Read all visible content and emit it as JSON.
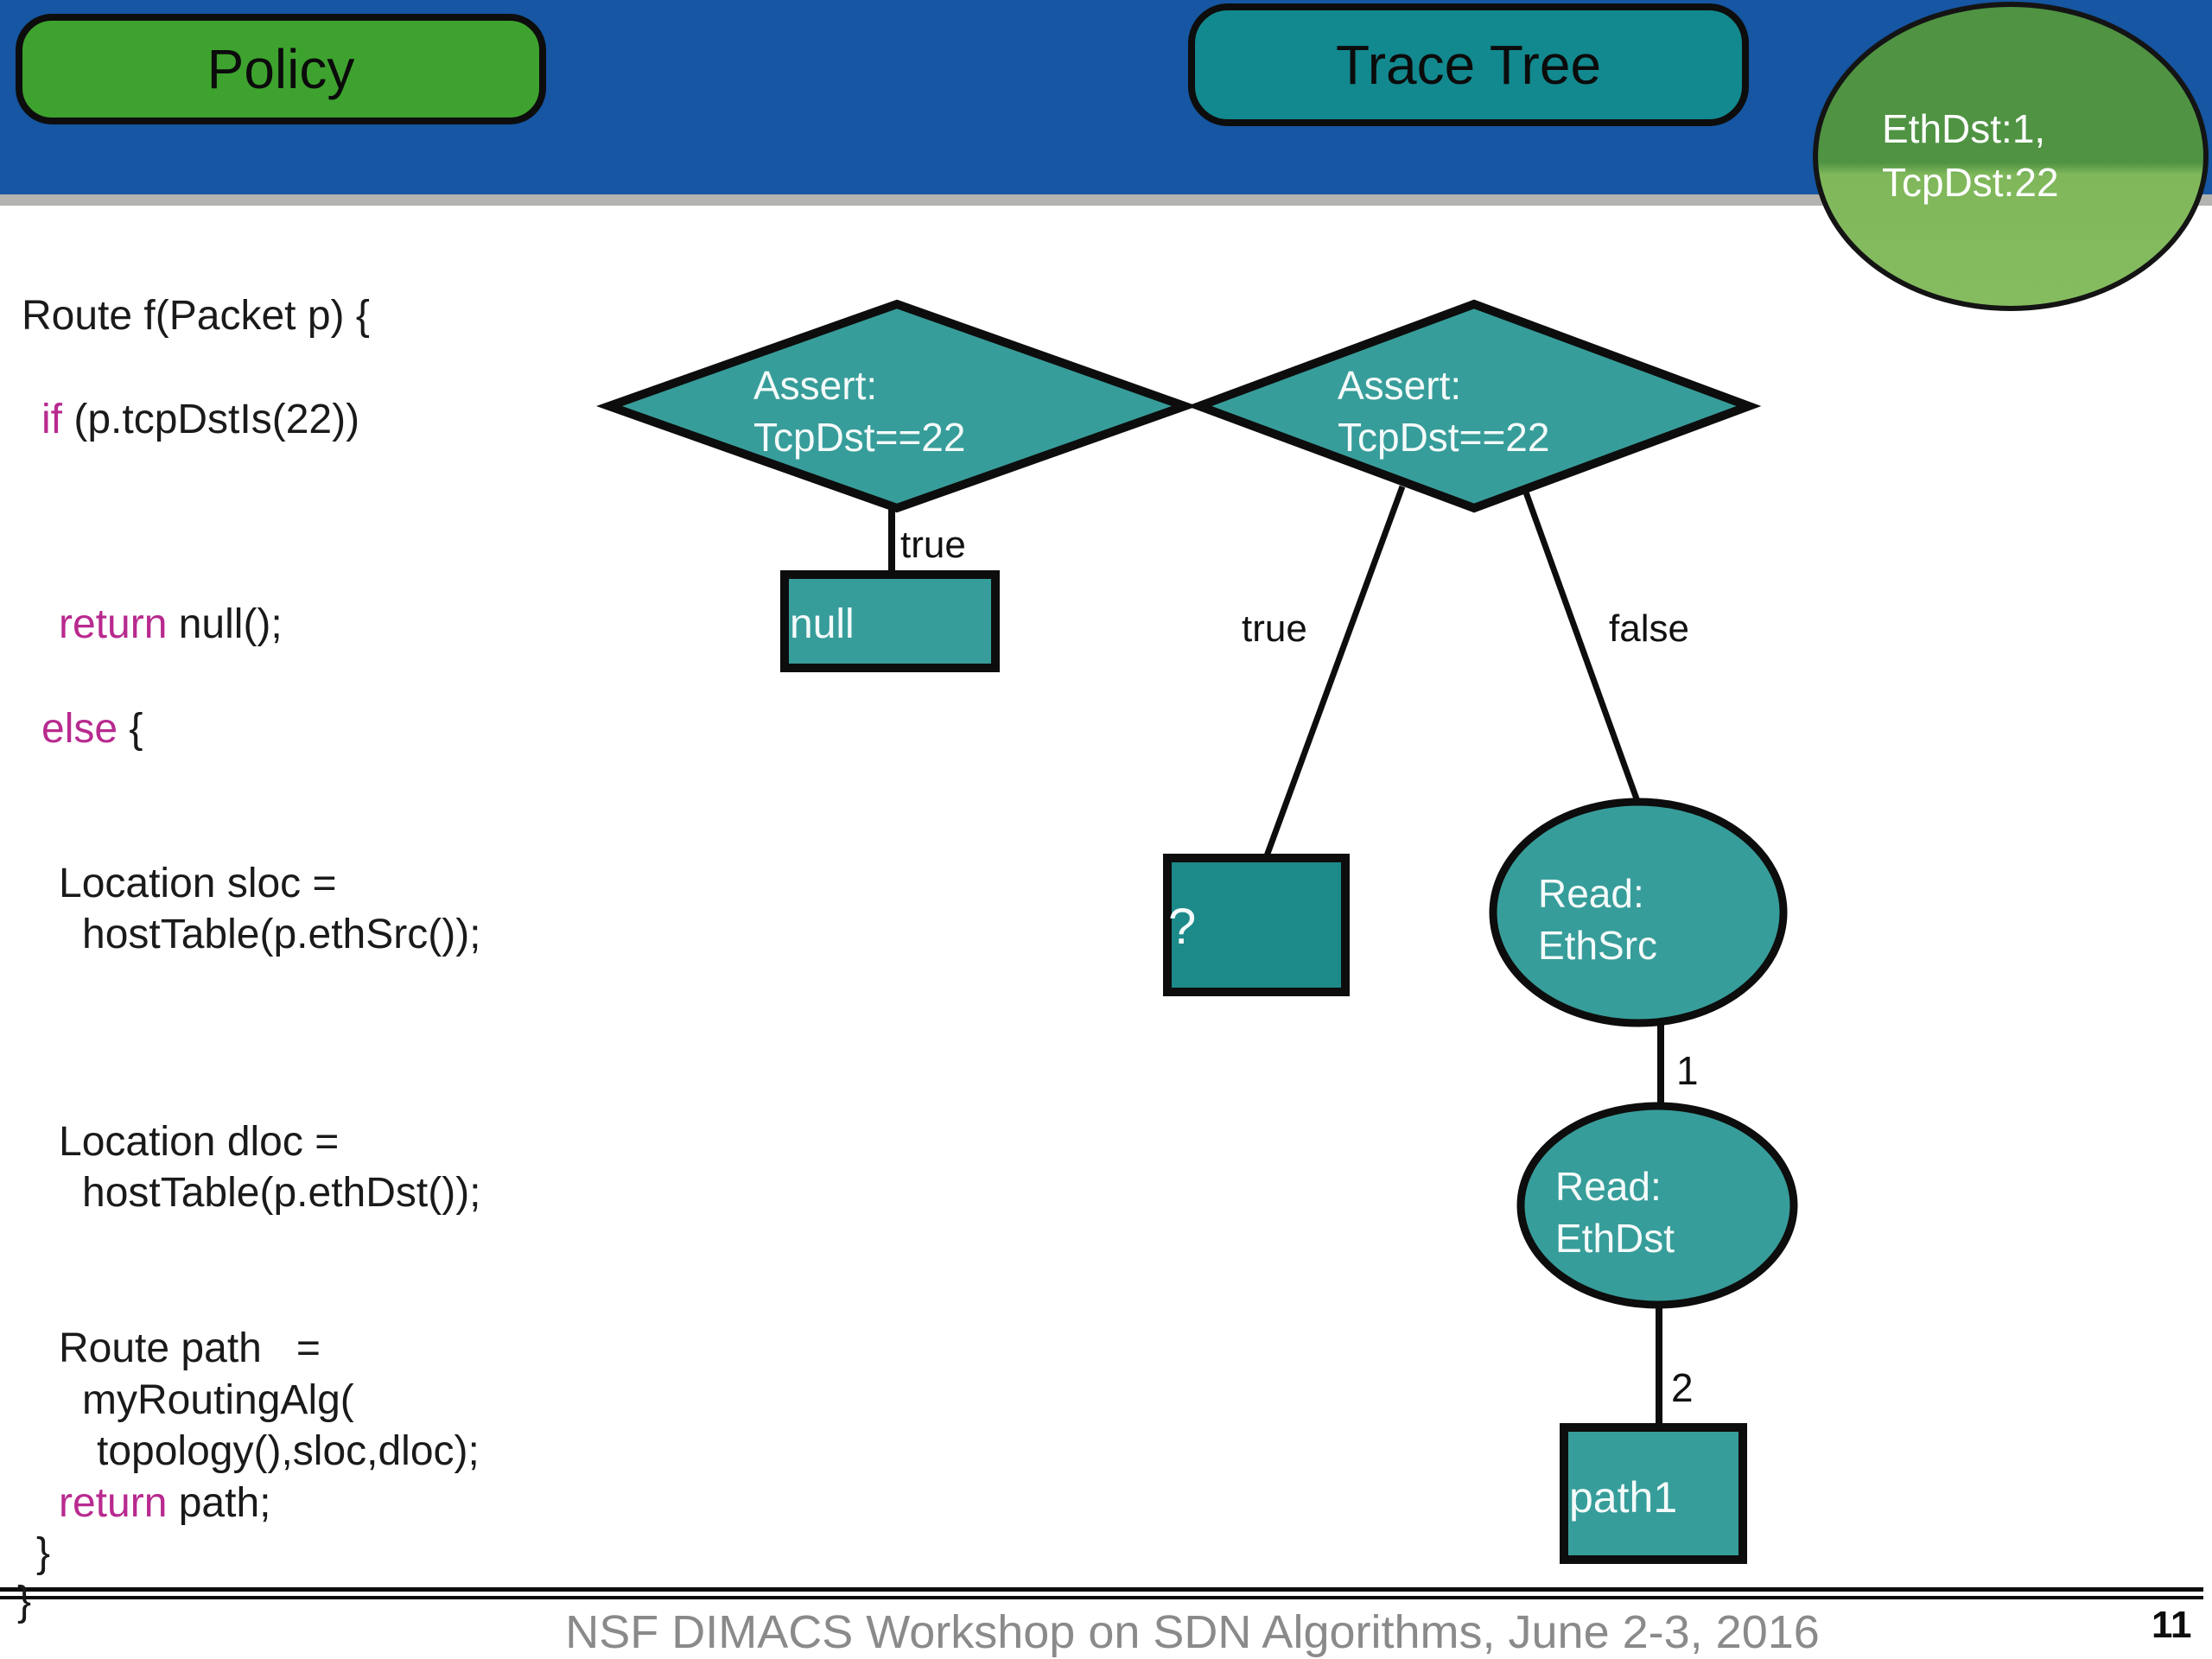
{
  "slide": {
    "header": {
      "policy_label": "Policy",
      "trace_tree_label": "Trace Tree"
    },
    "packet_ellipse": {
      "line1": "EthDst:1,",
      "line2": "TcpDst:22"
    },
    "code": {
      "l1": {
        "text": "Route f(Packet p) {"
      },
      "l2": {
        "kw": "if",
        "rest": " (p.tcpDstIs(22))"
      },
      "l3": {
        "kw": "return",
        "rest": " null();"
      },
      "l4": {
        "kw": "else",
        "rest": " {"
      },
      "l5": {
        "text": "Location sloc ="
      },
      "l6": {
        "text": "hostTable(p.ethSrc());"
      },
      "l7": {
        "text": "Location dloc ="
      },
      "l8": {
        "text": "hostTable(p.ethDst());"
      },
      "l9": {
        "text": "Route path   ="
      },
      "l10": {
        "text": "myRoutingAlg("
      },
      "l11": {
        "text": "topology(),sloc,dloc);"
      },
      "l12": {
        "kw": "return",
        "rest": " path;"
      },
      "l13": {
        "text": "}"
      },
      "l14": {
        "text": "}"
      }
    },
    "trace_tree": {
      "left_assert_line1": "Assert:",
      "left_assert_line2": "TcpDst==22",
      "left_true_label": "true",
      "null_leaf_label": "null",
      "right_assert_line1": "Assert:",
      "right_assert_line2": "TcpDst==22",
      "right_true_label": "true",
      "right_false_label": "false",
      "unknown_leaf_label": "?",
      "read_ethsrc_line1": "Read:",
      "read_ethsrc_line2": "EthSrc",
      "edge_1_label": "1",
      "read_ethdst_line1": "Read:",
      "read_ethdst_line2": "EthDst",
      "edge_2_label": "2",
      "path_leaf_label": "path1"
    },
    "footer": {
      "text": "NSF DIMACS Workshop on SDN Algorithms, June 2-3, 2016",
      "page_number": "11"
    },
    "colors": {
      "header_blue": "#1656a2",
      "policy_green": "#3ea22f",
      "node_teal": "#379d9a",
      "dark_teal": "#1d8a8a",
      "trace_tree_teal": "#12898e",
      "ellipse_green_top": "#4f9343",
      "ellipse_green_bottom": "#86bc60",
      "keyword_magenta": "#b82a8f",
      "footer_gray": "#8a8a8a"
    }
  }
}
